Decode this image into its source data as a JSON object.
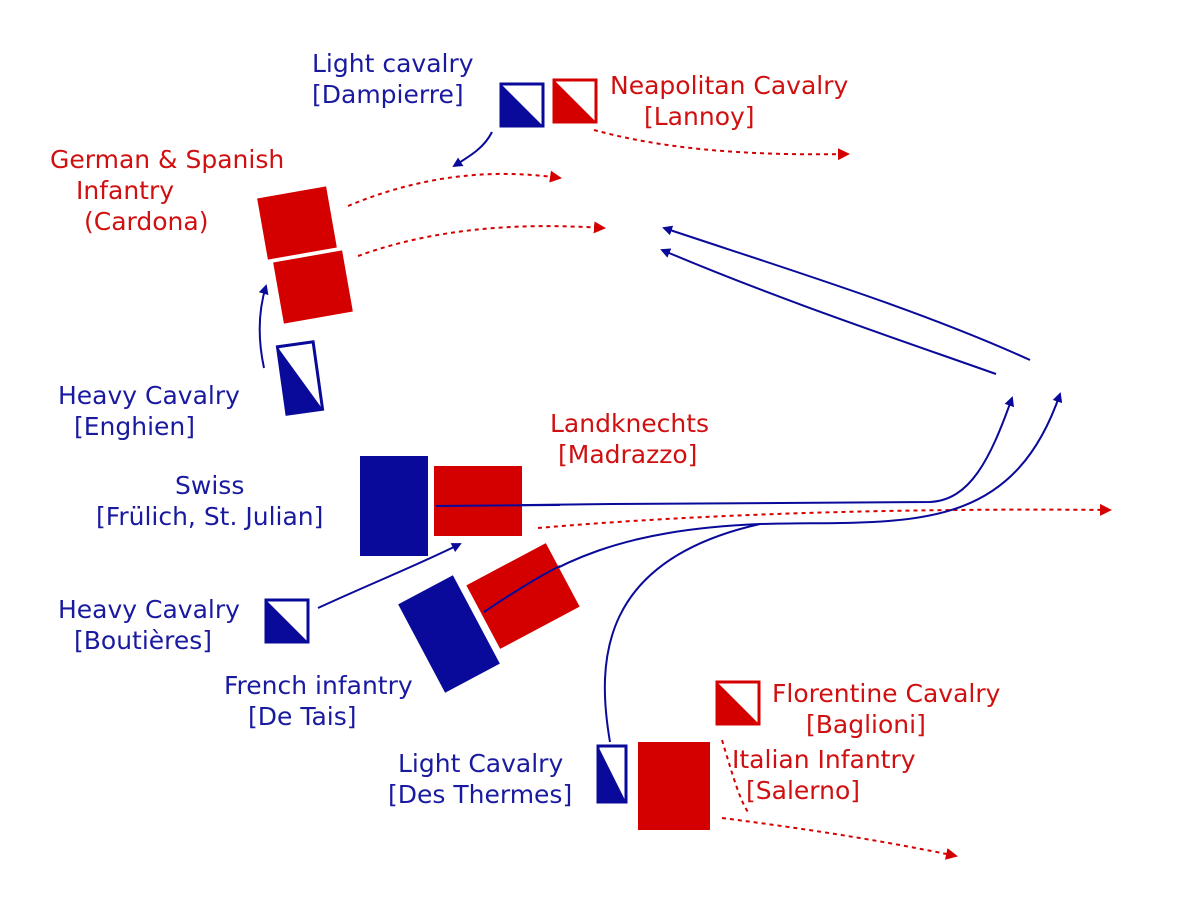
{
  "colors": {
    "blue": "#0a0a9a",
    "red": "#d40000"
  },
  "units": [
    {
      "id": "dampierre",
      "lines": [
        "Light cavalry",
        "[Dampierre]"
      ],
      "side": "blue"
    },
    {
      "id": "lannoy",
      "lines": [
        "Neapolitan Cavalry",
        "[Lannoy]"
      ],
      "side": "red"
    },
    {
      "id": "cardona",
      "lines": [
        "German & Spanish",
        "Infantry",
        "(Cardona)"
      ],
      "side": "red"
    },
    {
      "id": "enghien",
      "lines": [
        "Heavy Cavalry",
        "[Enghien]"
      ],
      "side": "blue"
    },
    {
      "id": "madrazzo",
      "lines": [
        "Landknechts",
        "[Madrazzo]"
      ],
      "side": "red"
    },
    {
      "id": "swiss",
      "lines": [
        "Swiss",
        "[Frülich, St. Julian]"
      ],
      "side": "blue"
    },
    {
      "id": "boutieres",
      "lines": [
        "Heavy Cavalry",
        "[Boutières]"
      ],
      "side": "blue"
    },
    {
      "id": "detais",
      "lines": [
        "French infantry",
        "[De Tais]"
      ],
      "side": "blue"
    },
    {
      "id": "baglioni",
      "lines": [
        "Florentine Cavalry",
        "[Baglioni]"
      ],
      "side": "red"
    },
    {
      "id": "salerno",
      "lines": [
        "Italian Infantry",
        "[Salerno]"
      ],
      "side": "red"
    },
    {
      "id": "desthermes",
      "lines": [
        "Light Cavalry",
        "[Des Thermes]"
      ],
      "side": "blue"
    }
  ]
}
